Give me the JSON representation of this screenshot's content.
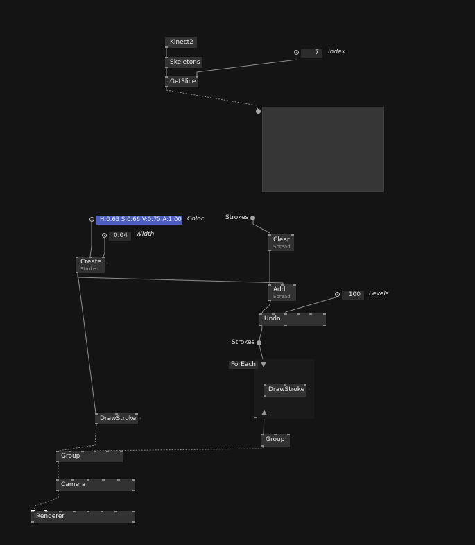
{
  "nodes": {
    "kinect2": "Kinect2",
    "skeletons": "Skeletons",
    "getslice": "GetSlice",
    "create": "Create",
    "create_sub": "Stroke",
    "clear": "Clear",
    "clear_sub": "Spread",
    "add": "Add",
    "add_sub": "Spread",
    "undo": "Undo",
    "drawstroke_inner": "DrawStroke",
    "drawstroke_outer": "DrawStroke",
    "group_inner": "Group",
    "group_main": "Group",
    "camera": "Camera",
    "renderer": "Renderer"
  },
  "inputs": {
    "index_value": "7",
    "index_label": "Index",
    "color_value": "H:0.63 S:0.66 V:0.75 A:1.00",
    "color_label": "Color",
    "width_value": "0.04",
    "width_label": "Width",
    "levels_value": "100",
    "levels_label": "Levels"
  },
  "pads": {
    "strokes_top": "Strokes",
    "strokes_mid": "Strokes"
  },
  "region": {
    "label": "ForEach"
  },
  "colors": {
    "background": "#141414",
    "node": "#323232",
    "color_box": "#4d5fc2",
    "preview": "#363636"
  }
}
